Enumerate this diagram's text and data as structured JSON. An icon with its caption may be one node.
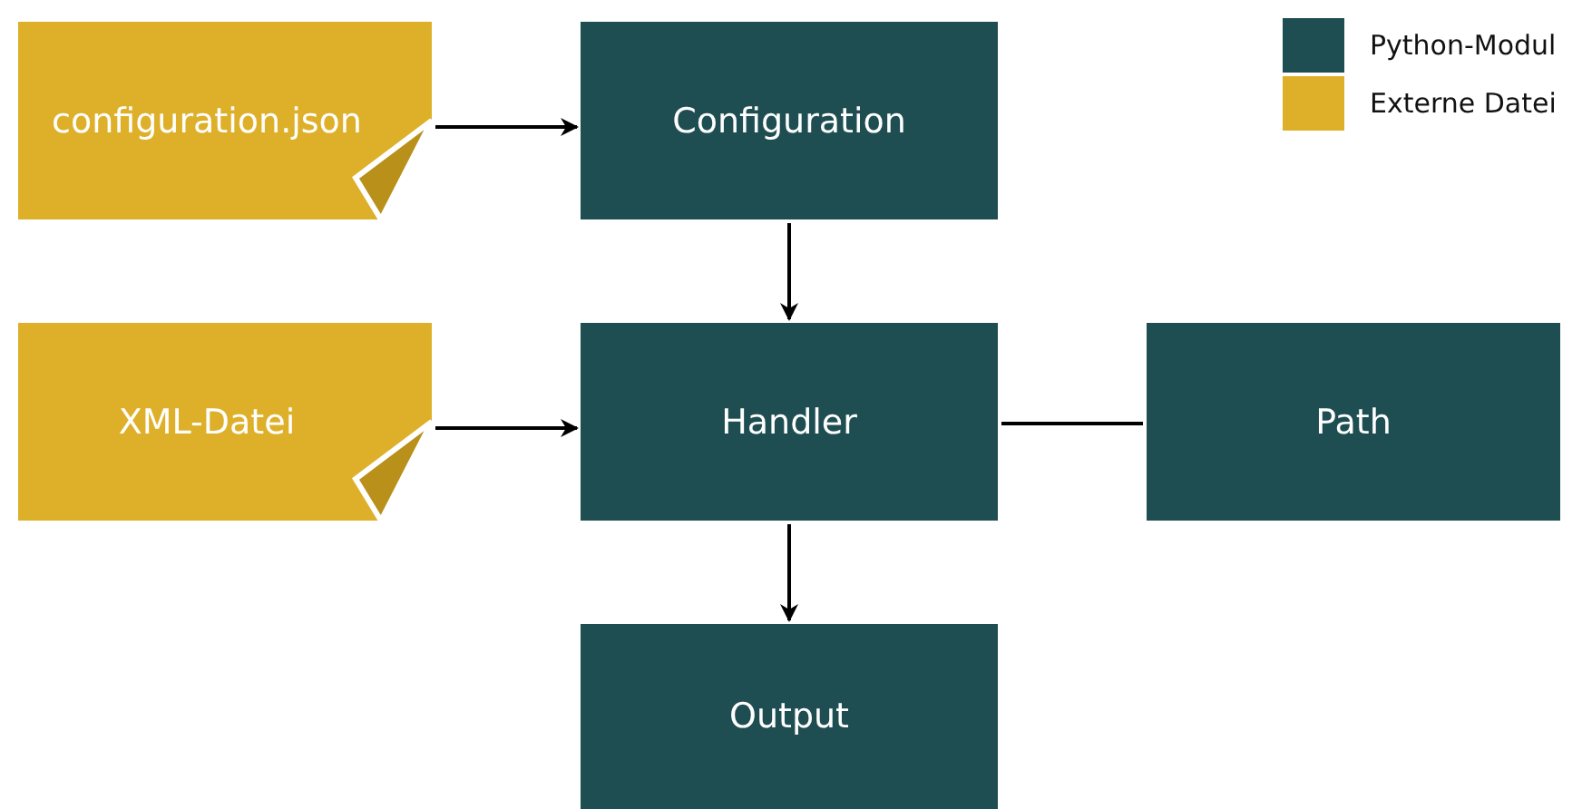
{
  "diagram": {
    "nodes": [
      {
        "text": [
          "configuration.json"
        ]
      },
      {
        "text": [
          "Configuration"
        ]
      },
      {
        "text": [
          "XML-Datei"
        ]
      },
      {
        "text": [
          "Handler"
        ]
      },
      {
        "text": [
          "Path"
        ]
      },
      {
        "text": [
          "Output"
        ]
      }
    ],
    "edges": [
      {
        "from": 0,
        "to": 1,
        "arrow": "to"
      },
      {
        "from": 1,
        "to": 3,
        "arrow": "to"
      },
      {
        "from": 2,
        "to": 3,
        "arrow": "to"
      },
      {
        "from": 3,
        "to": 4,
        "arrow": "none"
      },
      {
        "from": 3,
        "to": 5,
        "arrow": "to"
      }
    ],
    "legend": [
      {
        "text": "Python-Modul",
        "color": "#1f4e52"
      },
      {
        "text": "Externe Datei",
        "color": "#deb02a"
      }
    ]
  }
}
